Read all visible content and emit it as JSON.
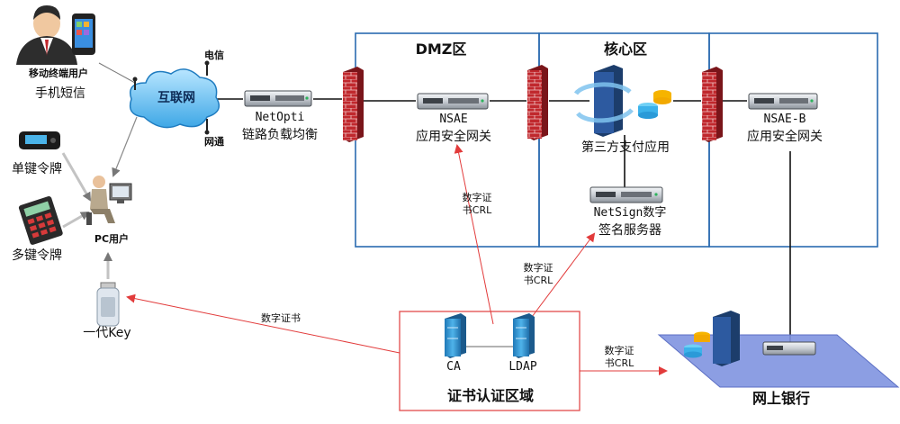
{
  "zones": {
    "dmz": "DMZ区",
    "core": "核心区",
    "cert_area": "证书认证区域",
    "bank": "网上银行"
  },
  "internet": {
    "cloud": "互联网",
    "telecom": "电信",
    "unicom": "网通"
  },
  "users": {
    "mobile": "移动终端用户",
    "sms": "手机短信",
    "single_token": "单键令牌",
    "multi_token": "多键令牌",
    "pc_user": "PC用户",
    "key": "一代Key"
  },
  "devices": {
    "netopti_1": "NetOpti",
    "netopti_2": "链路负载均衡",
    "nsae_1": "NSAE",
    "nsae_2": "应用安全网关",
    "payment": "第三方支付应用",
    "netsign_1": "NetSign数字",
    "netsign_2": "签名服务器",
    "nsaeb_1": "NSAE-B",
    "nsaeb_2": "应用安全网关",
    "ca": "CA",
    "ldap": "LDAP"
  },
  "flows": {
    "cert_crl_a1": "数字证",
    "cert_crl_a2": "书CRL",
    "cert_crl_b1": "数字证",
    "cert_crl_b2": "书CRL",
    "cert_crl_c1": "数字证",
    "cert_crl_c2": "书CRL",
    "cert_key": "数字证书"
  },
  "colors": {
    "zone_border": "#2a6bb0",
    "cert_border": "#e24b4b",
    "arrow_red": "#e23b3b",
    "firewall": "#c0282d",
    "server_blue": "#2c8fd1",
    "platform": "#7f93e0"
  }
}
